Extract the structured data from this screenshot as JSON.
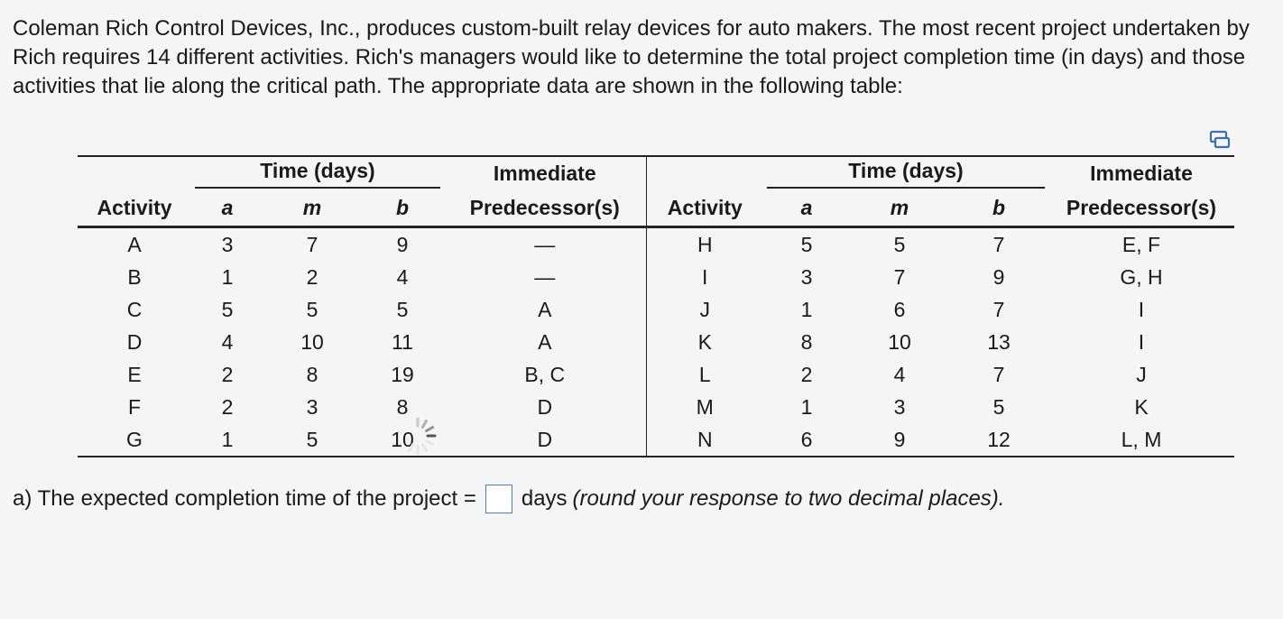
{
  "problem": {
    "text": "Coleman Rich Control Devices, Inc., produces custom-built relay devices for auto makers. The most recent project undertaken by Rich requires 14 different activities. Rich's managers would like to determine the total project completion time (in days) and those activities that lie along the critical path. The appropriate data are shown in the following table:"
  },
  "table": {
    "group_header": "Time (days)",
    "pred_header_line1": "Immediate",
    "pred_header_line2": "Predecessor(s)",
    "activity_header": "Activity",
    "col_a": "a",
    "col_m": "m",
    "col_b": "b",
    "rows": [
      {
        "left": [
          "A",
          "3",
          "7",
          "9",
          "—"
        ],
        "right": [
          "H",
          "5",
          "5",
          "7",
          "E, F"
        ]
      },
      {
        "left": [
          "B",
          "1",
          "2",
          "4",
          "—"
        ],
        "right": [
          "I",
          "3",
          "7",
          "9",
          "G, H"
        ]
      },
      {
        "left": [
          "C",
          "5",
          "5",
          "5",
          "A"
        ],
        "right": [
          "J",
          "1",
          "6",
          "7",
          "I"
        ]
      },
      {
        "left": [
          "D",
          "4",
          "10",
          "11",
          "A"
        ],
        "right": [
          "K",
          "8",
          "10",
          "13",
          "I"
        ]
      },
      {
        "left": [
          "E",
          "2",
          "8",
          "19",
          "B, C"
        ],
        "right": [
          "L",
          "2",
          "4",
          "7",
          "J"
        ]
      },
      {
        "left": [
          "F",
          "2",
          "3",
          "8",
          "D"
        ],
        "right": [
          "M",
          "1",
          "3",
          "5",
          "K"
        ]
      },
      {
        "left": [
          "G",
          "1",
          "5",
          "10",
          "D"
        ],
        "right": [
          "N",
          "6",
          "9",
          "12",
          "L, M"
        ]
      }
    ]
  },
  "question": {
    "prefix": "a) The expected completion time of the project =",
    "answer_value": "",
    "unit": "days",
    "hint": "(round your response to two decimal places)."
  },
  "icons": {
    "copy": "copy-icon",
    "loading": "loading-spinner-icon"
  },
  "colors": {
    "background": "#f5f5f5",
    "input_border": "#4a7fc1",
    "icon": "#3b6fb5"
  }
}
